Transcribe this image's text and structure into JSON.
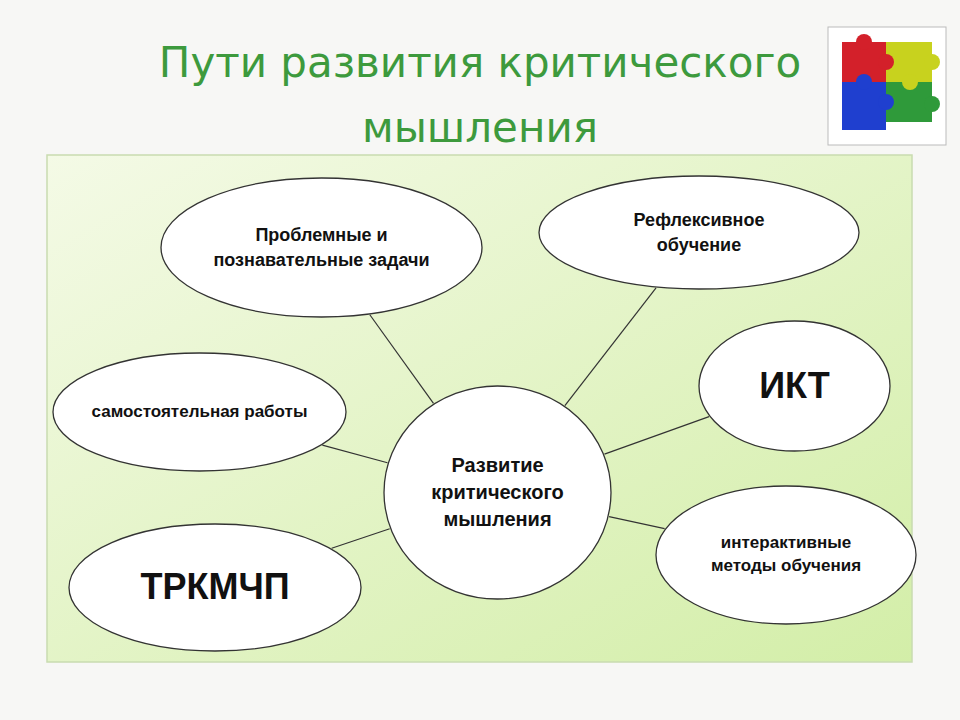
{
  "diagram": {
    "title": "Пути развития критического мышления",
    "nodes": [
      {
        "text": [
          "Проблемные и познавательные задачи"
        ]
      },
      {
        "text": [
          "Рефлексивное обучение"
        ]
      },
      {
        "text": [
          "самостоятельная работы"
        ]
      },
      {
        "text": [
          "ИКТ"
        ]
      },
      {
        "text": [
          "Развитие критического мышления"
        ]
      },
      {
        "text": [
          "ТРКМЧП"
        ]
      },
      {
        "text": [
          "интерактивные методы обучения"
        ]
      }
    ],
    "edges": [
      {
        "from": 4,
        "to": 0,
        "arrow": "none"
      },
      {
        "from": 4,
        "to": 1,
        "arrow": "none"
      },
      {
        "from": 4,
        "to": 2,
        "arrow": "none"
      },
      {
        "from": 4,
        "to": 3,
        "arrow": "none"
      },
      {
        "from": 4,
        "to": 5,
        "arrow": "none"
      },
      {
        "from": 4,
        "to": 6,
        "arrow": "none"
      }
    ]
  }
}
